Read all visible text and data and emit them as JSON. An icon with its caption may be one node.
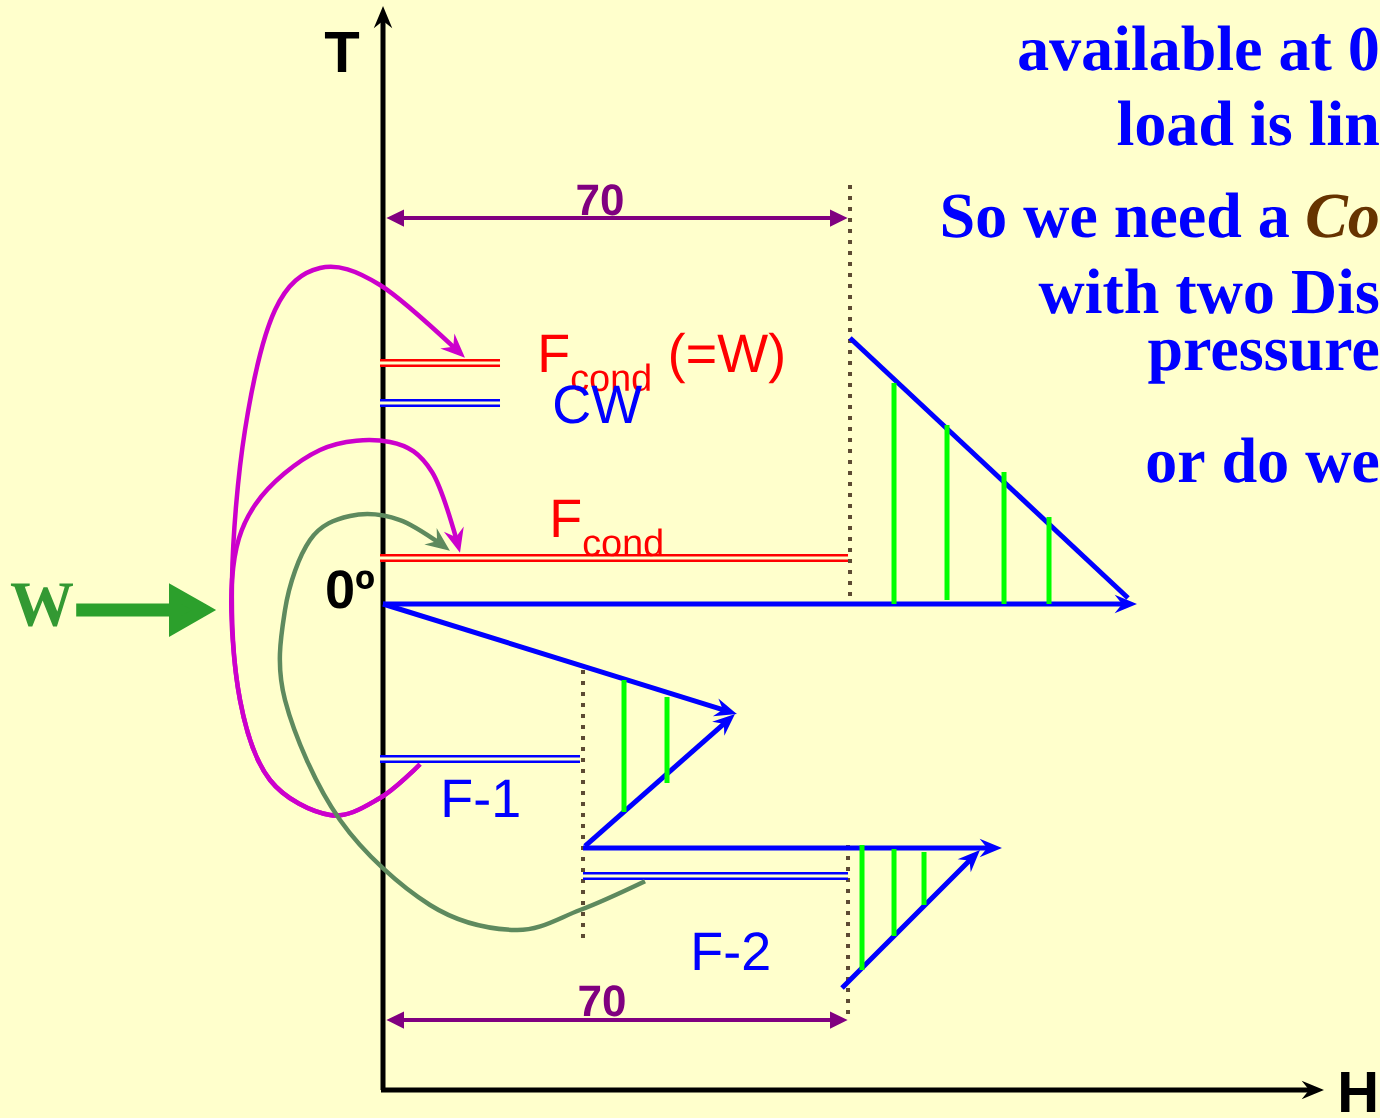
{
  "diagram": {
    "nodes": [
      {
        "text": [],
        "shape": "bar",
        "beside": [
          "F$_{cond}$ (=W)"
        ]
      },
      {
        "text": [],
        "shape": "bar",
        "beside": [
          "CW"
        ]
      },
      {
        "text": [],
        "shape": "bar",
        "beside": [
          "F$_{cond}$"
        ]
      },
      {
        "text": [],
        "shape": "bar",
        "beside": [
          "F-1"
        ]
      },
      {
        "text": [],
        "shape": "bar",
        "beside": [
          "F-2"
        ]
      },
      {
        "text": [
          "W"
        ]
      }
    ],
    "edges": [
      {
        "from": 3,
        "to": 0,
        "arrow": "to",
        "color": "#cc00cc"
      },
      {
        "from": 3,
        "to": 2,
        "arrow": "to",
        "color": "#cc00cc"
      },
      {
        "from": 4,
        "to": 2,
        "arrow": "to",
        "color": "#5e8a5e"
      },
      {
        "from": 5,
        "to": null,
        "arrow": "to",
        "style": "thick",
        "color": "#2ca02c"
      }
    ],
    "labels": [
      "T",
      "available at 0",
      "load is lin",
      "70",
      "So we need a",
      "Co",
      "with two Dis",
      "pressure",
      "or do we",
      "0º",
      "70",
      "H"
    ]
  }
}
